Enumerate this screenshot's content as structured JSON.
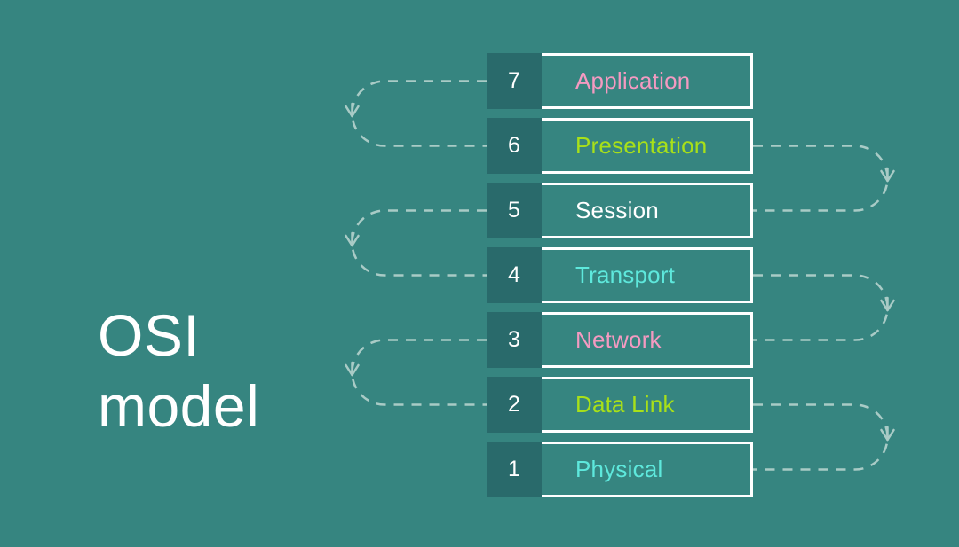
{
  "title": {
    "text": "OSI\nmodel",
    "color": "#ffffff"
  },
  "theme": {
    "background": "#368580",
    "number_box": "#296a6b",
    "border": "#ffffff",
    "connector": "#a9cbc6"
  },
  "palette": {
    "pink": "#f49ac1",
    "green": "#a8e019",
    "white": "#ffffff",
    "cyan": "#5ee8dc"
  },
  "layers": [
    {
      "number": "7",
      "name": "Application",
      "color": "#f49ac1"
    },
    {
      "number": "6",
      "name": "Presentation",
      "color": "#a8e019"
    },
    {
      "number": "5",
      "name": "Session",
      "color": "#ffffff"
    },
    {
      "number": "4",
      "name": "Transport",
      "color": "#5ee8dc"
    },
    {
      "number": "3",
      "name": "Network",
      "color": "#f49ac1"
    },
    {
      "number": "2",
      "name": "Data Link",
      "color": "#a8e019"
    },
    {
      "number": "1",
      "name": "Physical",
      "color": "#5ee8dc"
    }
  ],
  "connectors": [
    {
      "side": "left",
      "from_layer": "7",
      "to_layer": "6"
    },
    {
      "side": "left",
      "from_layer": "5",
      "to_layer": "4"
    },
    {
      "side": "left",
      "from_layer": "3",
      "to_layer": "2"
    },
    {
      "side": "right",
      "from_layer": "6",
      "to_layer": "5"
    },
    {
      "side": "right",
      "from_layer": "4",
      "to_layer": "3"
    },
    {
      "side": "right",
      "from_layer": "2",
      "to_layer": "1"
    }
  ]
}
